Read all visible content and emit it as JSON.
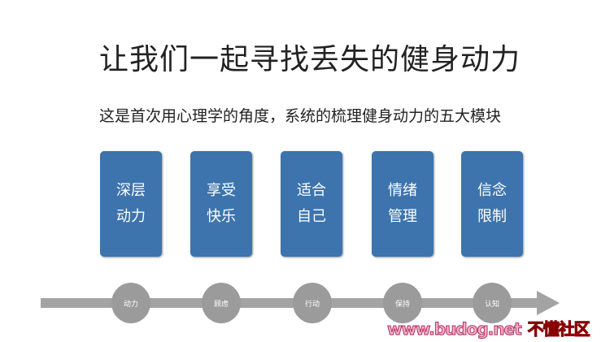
{
  "title": "让我们一起寻找丢失的健身动力",
  "subtitle": "这是首次用心理学的角度，系统的梳理健身动力的五大模块",
  "cards": [
    {
      "line1": "深层",
      "line2": "动力"
    },
    {
      "line1": "享受",
      "line2": "快乐"
    },
    {
      "line1": "适合",
      "line2": "自己"
    },
    {
      "line1": "情绪",
      "line2": "管理"
    },
    {
      "line1": "信念",
      "line2": "限制"
    }
  ],
  "timeline": [
    "动力",
    "顾虑",
    "行动",
    "保持",
    "认知"
  ],
  "watermark": {
    "url": "www.budog.net",
    "name": "不懂社区"
  },
  "colors": {
    "card": "#3d74ad",
    "timeline": "#a3a3a3"
  }
}
